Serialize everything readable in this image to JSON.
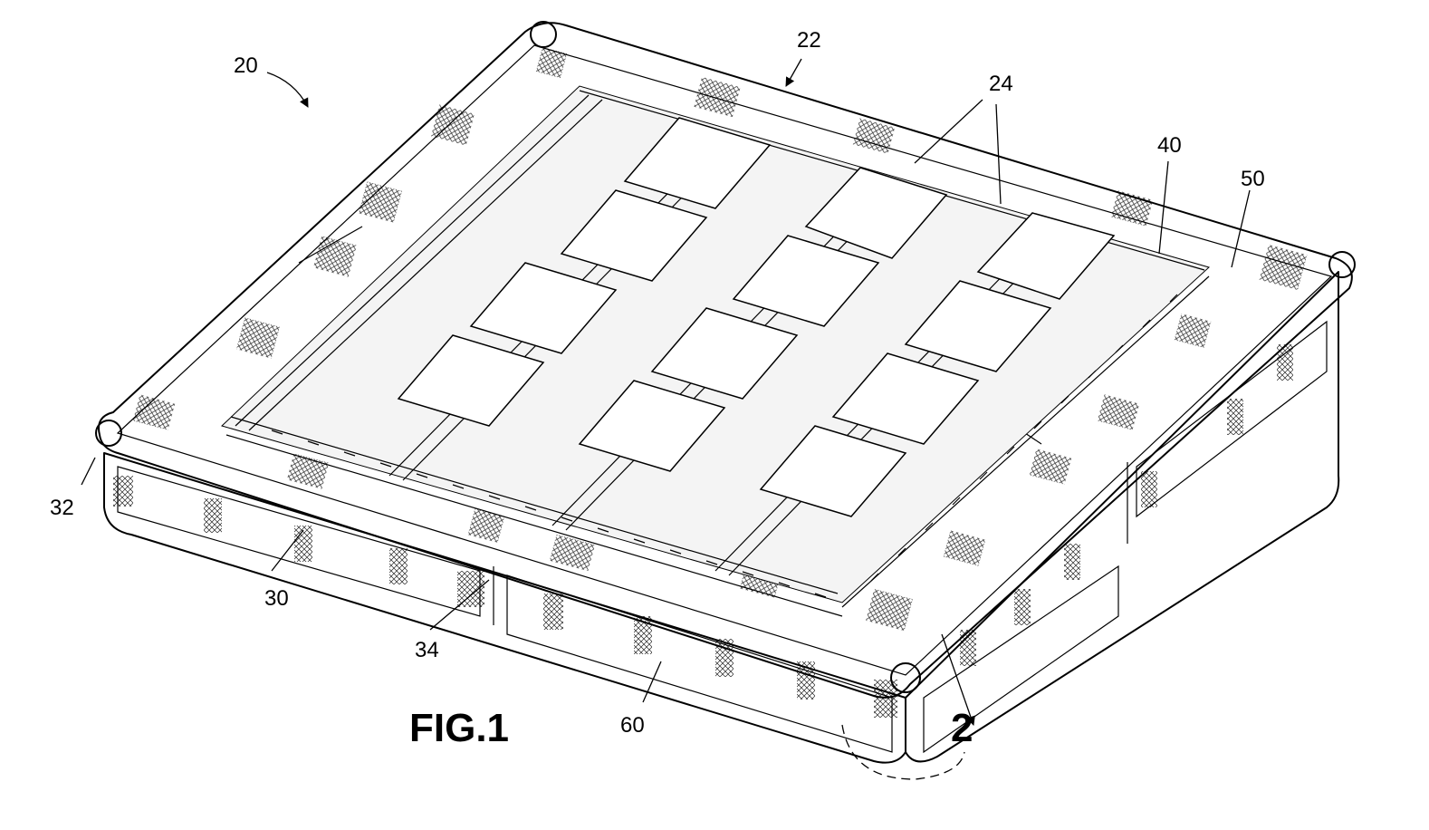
{
  "figure": {
    "caption": "FIG.1",
    "detail_ref": "2",
    "reference_numerals": [
      {
        "id": "20",
        "text": "20"
      },
      {
        "id": "22",
        "text": "22"
      },
      {
        "id": "24",
        "text": "24"
      },
      {
        "id": "30",
        "text": "30"
      },
      {
        "id": "32",
        "text": "32"
      },
      {
        "id": "34",
        "text": "34"
      },
      {
        "id": "40",
        "text": "40"
      },
      {
        "id": "50",
        "text": "50"
      },
      {
        "id": "60",
        "text": "60"
      }
    ]
  }
}
